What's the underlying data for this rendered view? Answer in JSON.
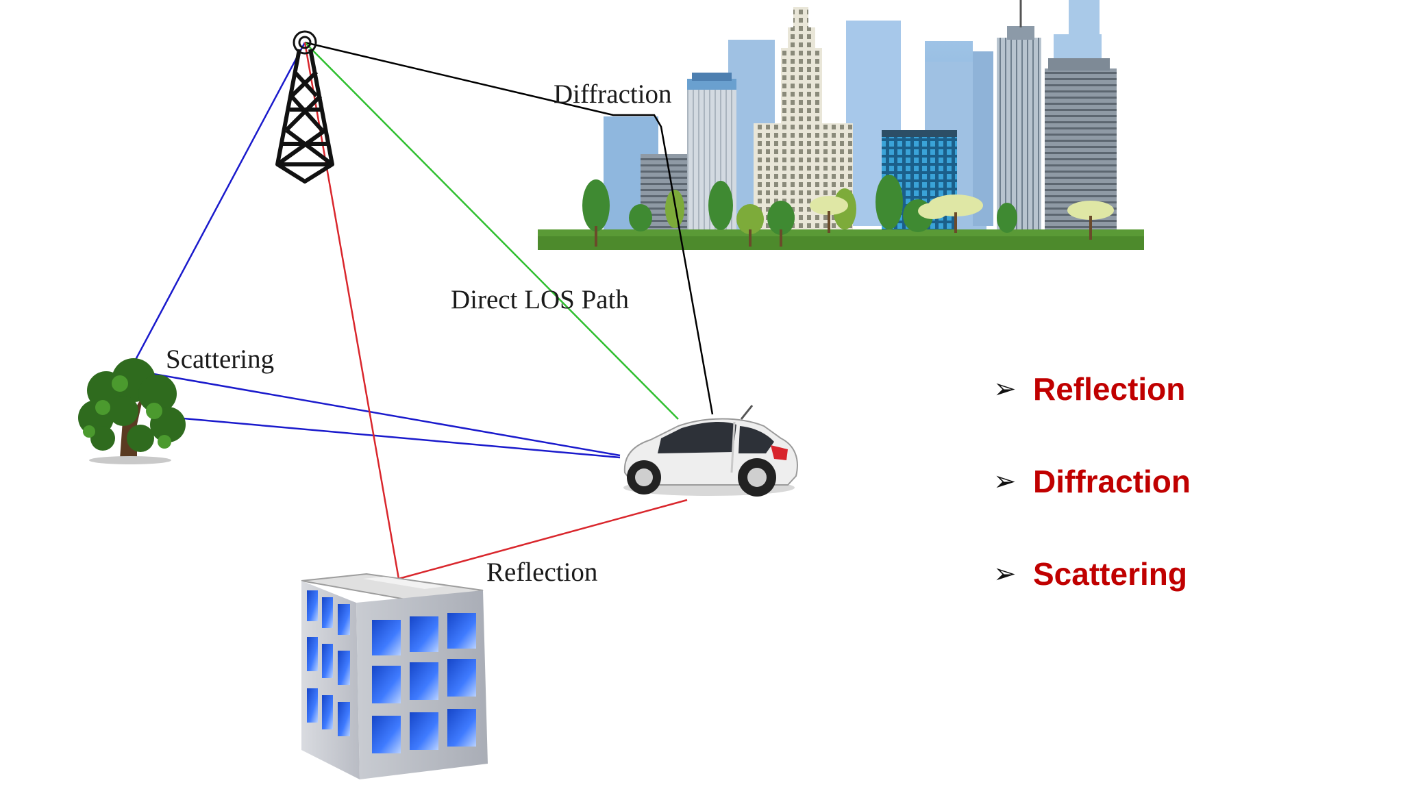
{
  "diagram": {
    "labels": {
      "diffraction": "Diffraction",
      "direct_los": "Direct LOS Path",
      "scattering": "Scattering",
      "reflection": "Reflection"
    },
    "path_colors": {
      "diffraction": "#000000",
      "direct_los": "#2fbf2f",
      "scattering": "#1a1acc",
      "reflection": "#d9262c"
    }
  },
  "bullets": [
    {
      "label": "Reflection",
      "icon": "arrowhead-bullet-icon"
    },
    {
      "label": "Diffraction",
      "icon": "arrowhead-bullet-icon"
    },
    {
      "label": "Scattering",
      "icon": "arrowhead-bullet-icon"
    }
  ],
  "colors": {
    "bullet_text": "#c00000"
  }
}
